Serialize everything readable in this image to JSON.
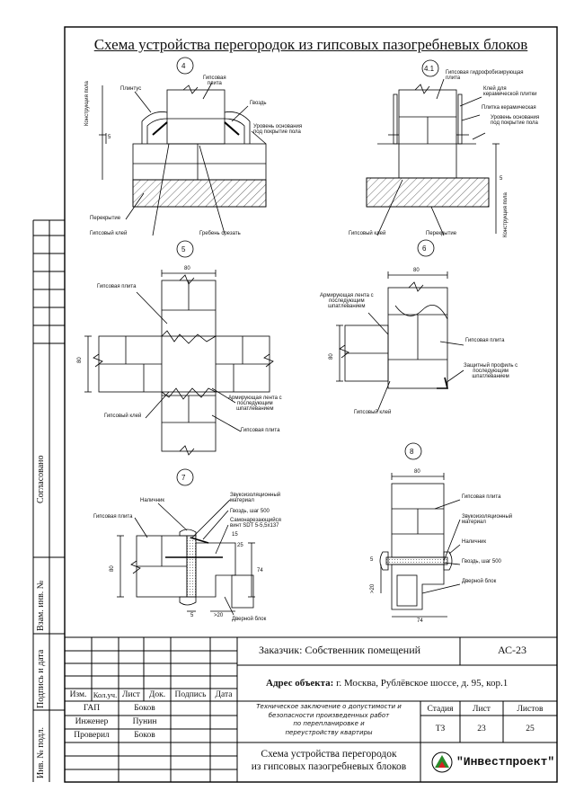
{
  "sheet": {
    "title": "Схема устройства перегородок из гипсовых пазогребневых блоков"
  },
  "left_stamps": {
    "agreed": "Согласовано",
    "vzam_inv": "Взам. инв. №",
    "sign_date": "Подпись и дата",
    "inv_podl": "Инв. № подл."
  },
  "details": [
    {
      "id": "4",
      "labels": {
        "plinth": "Плинтус",
        "gypsum_slab": "Гипсовая\nплита",
        "nail": "Гвоздь",
        "floor_structure": "Конструкция пола",
        "base_level": "Уровень основания\nпод покрытие пола",
        "dim_5": "5",
        "slab": "Перекрытие",
        "gypsum_glue": "Гипсовый клей",
        "ridge_cut": "Гребень срезать"
      }
    },
    {
      "id": "4.1",
      "labels": {
        "waterproof_slab": "Гипсовая гидрофобизирующая\nплита",
        "ceramic_glue": "Клей для\nкерамической плитки",
        "ceramic_tile": "Плитка керамическая",
        "base_level": "Уровень основания\nпод покрытие пола",
        "dim_5": "5",
        "gypsum_glue": "Гипсовый клей",
        "slab": "Перекрытие",
        "floor_structure": "Конструкция пола"
      }
    },
    {
      "id": "5",
      "labels": {
        "dim_80_top": "80",
        "gypsum_slab_1": "Гипсовая плита",
        "dim_80_left": "80",
        "reinforcing_tape": "Армирующая лента с\nпоследующим\nшпатлеванием",
        "gypsum_glue": "Гипсовый клей",
        "gypsum_slab_2": "Гипсовая плита"
      }
    },
    {
      "id": "6",
      "labels": {
        "dim_80_top": "80",
        "reinforcing_tape": "Армирующая лента с\nпоследующим\nшпатлеванием",
        "gypsum_slab": "Гипсовая плита",
        "dim_80_left": "80",
        "protective_profile": "Защитный профиль с\nпоследующим\nшпатлеванием",
        "gypsum_glue": "Гипсовый клей"
      }
    },
    {
      "id": "7",
      "labels": {
        "casing": "Наличник",
        "sound_insulation": "Звукоизоляционный\nматериал",
        "nail_step": "Гвоздь, шаг 500",
        "self_tap_screw": "Самонарезающийся\nвинт SDT 5-5,5х137",
        "gypsum_slab": "Гипсовая плита",
        "dim_15": "15",
        "dim_25": "25",
        "dim_80": "80",
        "dim_74": "74",
        "dim_5": "5",
        "dim_20": ">20",
        "door_block": "Дверной блок"
      }
    },
    {
      "id": "8",
      "labels": {
        "dim_80": "80",
        "gypsum_slab": "Гипсовая плита",
        "sound_insulation": "Звукоизоляционный\nматериал",
        "casing": "Наличник",
        "dim_5": "5",
        "nail_step": "Гвоздь, шаг 500",
        "dim_20": ">20",
        "door_block": "Дверной блок",
        "dim_74": "74"
      }
    }
  ],
  "title_block": {
    "customer": "Заказчик: Собственник помещений",
    "code": "АС-23",
    "address_label": "Адрес объекта:",
    "address_value": "г. Москва, Рублёвское шоссе, д. 95, кор.1",
    "col_headers": [
      "Изм.",
      "Кол.уч.",
      "Лист",
      "Док.",
      "Подпись",
      "Дата"
    ],
    "roles": [
      {
        "role": "ГАП",
        "name": "Боков"
      },
      {
        "role": "Инженер",
        "name": "Пунин"
      },
      {
        "role": "Проверил",
        "name": "Боков"
      }
    ],
    "doc_desc": "Техническое заключение о допустимости и\nбезопасности произведенных работ\nпо перепланировке и\nпереустройству квартиры",
    "stage_label": "Стадия",
    "sheet_label": "Лист",
    "sheets_label": "Листов",
    "stage_value": "ТЗ",
    "sheet_value": "23",
    "sheets_value": "25",
    "sheet_name": "Схема устройства перегородок\nиз гипсовых пазогребневых блоков",
    "company": "\"Инвестпроект\""
  }
}
